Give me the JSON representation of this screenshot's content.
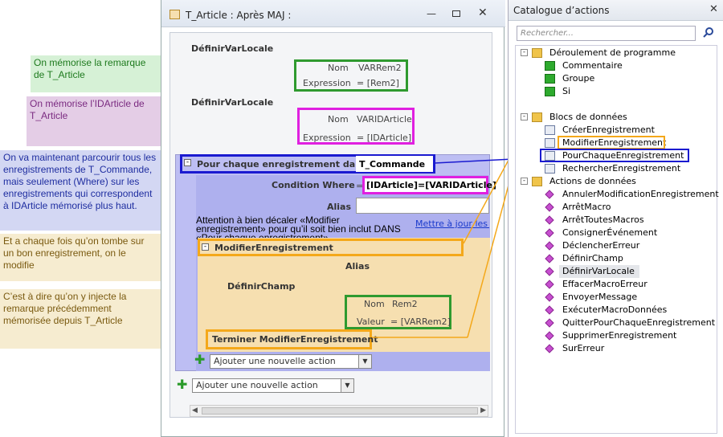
{
  "notes": {
    "n1": "On mémorise la remarque de T_Article",
    "n2": "On mémorise l’IDArticle de T_Article",
    "n3": "On va maintenant parcourir tous les enregistrements de T_Commande, mais seulement (Where) sur les enregistrements qui correspondent à IDArticle mémorisé plus haut.",
    "n4": "Et a chaque fois qu’on tombe sur un bon enregistrement, on le modifie",
    "n5": "C’est à dire qu’on y injecte la remarque précédemment mémorisée depuis T_Article"
  },
  "window": {
    "title": "T_Article : Après MAJ :"
  },
  "action1": {
    "name": "DéfinirVarLocale",
    "nom_label": "Nom",
    "nom_value": "VARRem2",
    "expr_label": "Expression",
    "expr_value": "= [Rem2]"
  },
  "action2": {
    "name": "DéfinirVarLocale",
    "nom_label": "Nom",
    "nom_value": "VARIDArticle",
    "expr_label": "Expression",
    "expr_value": "= [IDArticle]"
  },
  "loop": {
    "label": "Pour chaque enregistrement dans",
    "table": "T_Commande",
    "where_label": "Condition Where",
    "where_eq": "=",
    "where_value": "[IDArticle]=[VARIDArticle]",
    "alias_label": "Alias",
    "update_link": "Mettre à jour les p",
    "warning": "Attention à bien décaler «Modifier enregistrement» pour qu’il soit bien inclut DANS «Pour chaque enregistrement»"
  },
  "modif": {
    "label": "ModifierEnregistrement",
    "alias_label": "Alias",
    "champ_action": "DéfinirChamp",
    "nom_label": "Nom",
    "nom_value": "Rem2",
    "val_label": "Valeur",
    "val_value": "= [VARRem2]",
    "end_label": "Terminer ModifierEnregistrement"
  },
  "add_inner": "Ajouter une nouvelle action",
  "add_outer": "Ajouter une nouvelle action",
  "catalog": {
    "title": "Catalogue d’actions",
    "search_placeholder": "Rechercher...",
    "groups": [
      {
        "label": "Déroulement de programme",
        "items": [
          "Commentaire",
          "Groupe",
          "Si"
        ]
      },
      {
        "label": "Blocs de données",
        "items": [
          "CréerEnregistrement",
          "ModifierEnregistrement",
          "PourChaqueEnregistrement",
          "RechercherEnregistrement"
        ]
      },
      {
        "label": "Actions de données",
        "items": [
          "AnnulerModificationEnregistrement",
          "ArrêtMacro",
          "ArrêtToutesMacros",
          "ConsignerÉvénement",
          "DéclencherErreur",
          "DéfinirChamp",
          "DéfinirVarLocale",
          "EffacerMacroErreur",
          "EnvoyerMessage",
          "ExécuterMacroDonnées",
          "QuitterPourChaqueEnregistrement",
          "SupprimerEnregistrement",
          "SurErreur"
        ]
      }
    ]
  },
  "colors": {
    "green": "#2f9a2f",
    "magenta": "#e020e0",
    "blue": "#1a1ad0",
    "orange": "#f4a81a"
  }
}
